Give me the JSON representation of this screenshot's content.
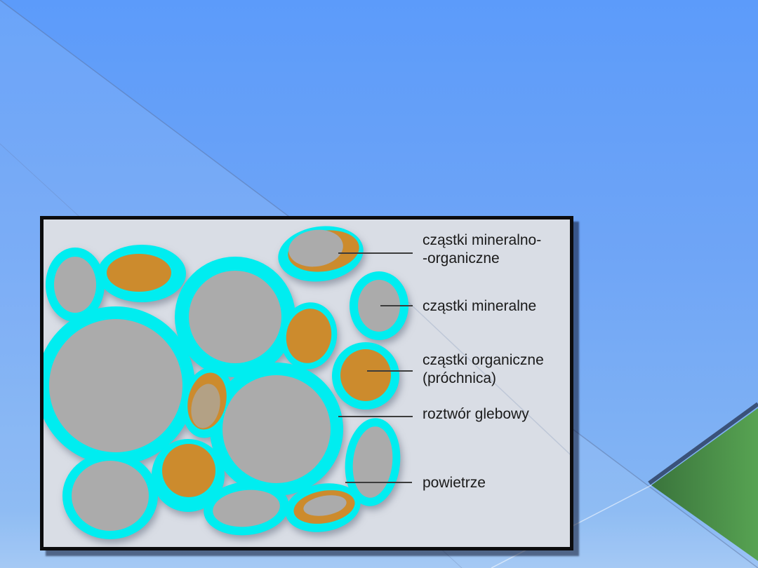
{
  "slide": {
    "type": "presentation-slide",
    "palette": {
      "water": "#00EDF0",
      "mineral": "#ABABAB",
      "organic": "#CC8B2D",
      "mineralOrganicInner": "#B3A185",
      "panelBg": "#D9DDE5",
      "panelBorder": "#0C0C0E",
      "labelColor": "#1A1A1A",
      "lineColor": "#3C3C3C",
      "slideTop": "#5C9BFA",
      "slideBottom": "#9DC4F4",
      "greenDark": "#3A743C",
      "greenLight": "#57A352",
      "navyEdge": "#3A527A"
    }
  },
  "diagram": {
    "subject": "soil composition scheme",
    "labels": [
      {
        "id": "mineral-organic",
        "lines": [
          "cząstki mineralno-",
          "-organiczne"
        ]
      },
      {
        "id": "mineral",
        "lines": [
          "cząstki mineralne"
        ]
      },
      {
        "id": "organic",
        "lines": [
          "cząstki organiczne",
          "(próchnica)"
        ]
      },
      {
        "id": "soil-solution",
        "lines": [
          "roztwór glebowy"
        ]
      },
      {
        "id": "air",
        "lines": [
          "powietrze"
        ]
      }
    ]
  }
}
